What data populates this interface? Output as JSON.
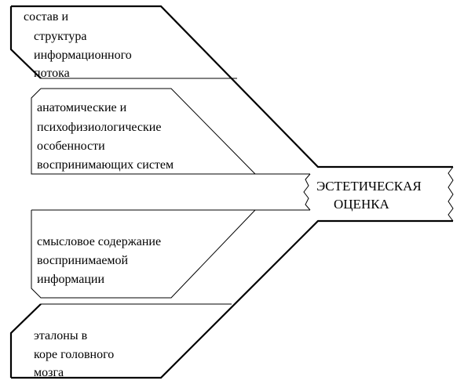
{
  "factors": [
    {
      "lines": [
        "состав и",
        "структура",
        "информационного",
        "потока"
      ]
    },
    {
      "lines": [
        "анатомические и",
        "психофизиологические",
        "особенности",
        "воспринимающих систем"
      ]
    },
    {
      "lines": [
        "смысловое содержание",
        "воспринимаемой",
        "информации"
      ]
    },
    {
      "lines": [
        "эталоны в",
        "коре головного",
        "мозга"
      ]
    }
  ],
  "result": {
    "lines": [
      "ЭСТЕТИЧЕСКАЯ",
      "ОЦЕНКА"
    ]
  },
  "colors": {
    "stroke": "#000000",
    "background": "#ffffff"
  }
}
